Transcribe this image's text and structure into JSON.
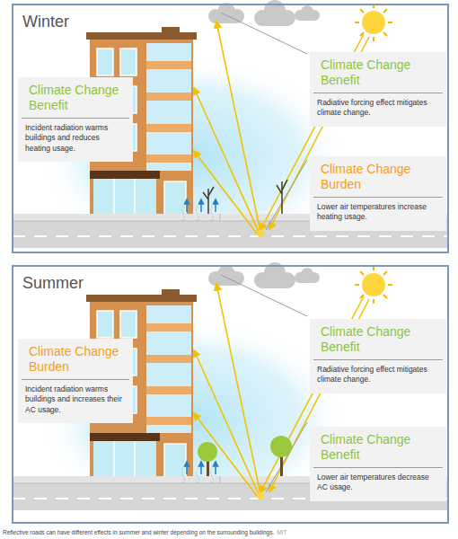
{
  "diagram": {
    "caption": "Reflective roads can have different effects in summer and winter depending on the surrounding buildings.",
    "nodes": [
      {
        "text": [
          "Winter"
        ]
      },
      {
        "text": [
          "Climate Change Benefit",
          "Incident radiation warms buildings and reduces heating usage."
        ],
        "in": 0
      },
      {
        "text": [
          "Climate Change Benefit",
          "Radiative forcing effect mitigates climate change."
        ],
        "in": 0
      },
      {
        "text": [
          "Climate Change Burden",
          "Lower air temperatures increase heating usage."
        ],
        "in": 0
      },
      {
        "text": [
          "Summer"
        ]
      },
      {
        "text": [
          "Climate Change Burden",
          "Incident radiation warms buildings and increases their AC usage."
        ],
        "in": 4
      },
      {
        "text": [
          "Climate Change Benefit",
          "Radiative forcing effect mitigates climate change."
        ],
        "in": 4
      },
      {
        "text": [
          "Climate Change Benefit",
          "Lower air temperatures decrease AC usage."
        ],
        "in": 4
      }
    ],
    "labels": [
      "MIT"
    ]
  }
}
